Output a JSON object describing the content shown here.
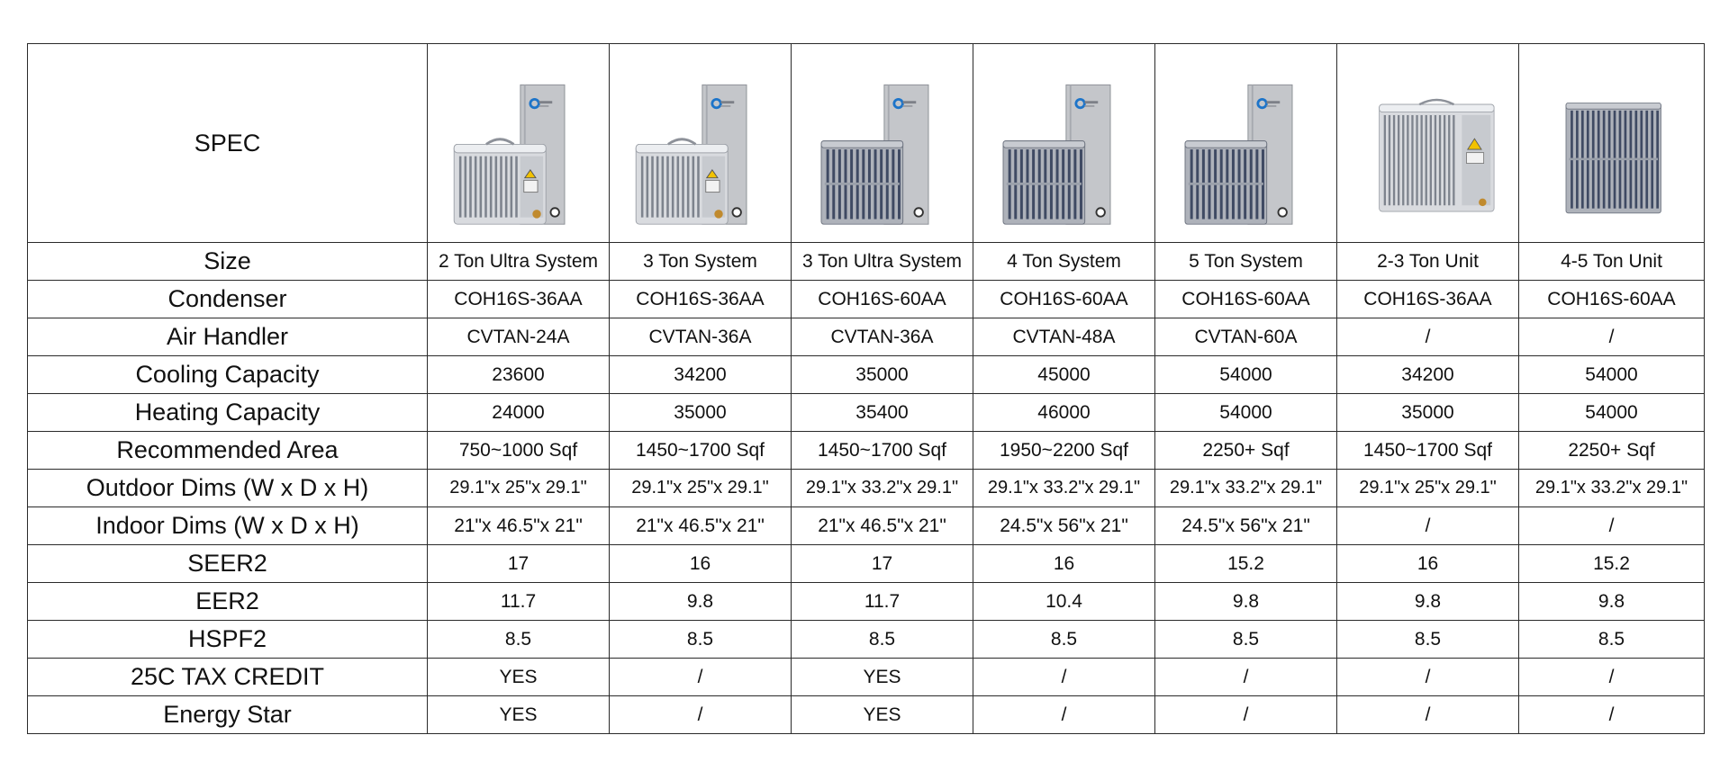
{
  "header": {
    "label": "SPEC",
    "products": [
      {
        "image": "split-system-ultra-icon",
        "kind": "split-ultra"
      },
      {
        "image": "split-system-icon",
        "kind": "split"
      },
      {
        "image": "split-system-ultra-icon",
        "kind": "split-grille"
      },
      {
        "image": "split-system-icon",
        "kind": "split-grille"
      },
      {
        "image": "split-system-icon",
        "kind": "split-grille"
      },
      {
        "image": "condenser-unit-icon",
        "kind": "unit-light"
      },
      {
        "image": "condenser-unit-icon",
        "kind": "unit-grille"
      }
    ]
  },
  "rows": [
    {
      "label": "Size",
      "values": [
        "2 Ton Ultra System",
        "3 Ton System",
        "3 Ton Ultra System",
        "4 Ton System",
        "5 Ton System",
        "2-3 Ton Unit",
        "4-5 Ton Unit"
      ]
    },
    {
      "label": "Condenser",
      "values": [
        "COH16S-36AA",
        "COH16S-36AA",
        "COH16S-60AA",
        "COH16S-60AA",
        "COH16S-60AA",
        "COH16S-36AA",
        "COH16S-60AA"
      ]
    },
    {
      "label": "Air Handler",
      "values": [
        "CVTAN-24A",
        "CVTAN-36A",
        "CVTAN-36A",
        "CVTAN-48A",
        "CVTAN-60A",
        "/",
        "/"
      ]
    },
    {
      "label": "Cooling Capacity",
      "values": [
        "23600",
        "34200",
        "35000",
        "45000",
        "54000",
        "34200",
        "54000"
      ]
    },
    {
      "label": "Heating Capacity",
      "values": [
        "24000",
        "35000",
        "35400",
        "46000",
        "54000",
        "35000",
        "54000"
      ]
    },
    {
      "label": "Recommended Area",
      "values": [
        "750~1000 Sqf",
        "1450~1700 Sqf",
        "1450~1700 Sqf",
        "1950~2200 Sqf",
        "2250+ Sqf",
        "1450~1700 Sqf",
        "2250+ Sqf"
      ]
    },
    {
      "label": "Outdoor Dims (W x D x H)",
      "values": [
        "29.1\"x 25\"x 29.1\"",
        "29.1\"x 25\"x 29.1\"",
        "29.1\"x 33.2\"x 29.1\"",
        "29.1\"x 33.2\"x 29.1\"",
        "29.1\"x 33.2\"x 29.1\"",
        "29.1\"x 25\"x 29.1\"",
        "29.1\"x 33.2\"x 29.1\""
      ]
    },
    {
      "label": "Indoor Dims (W x D x H)",
      "values": [
        "21\"x 46.5\"x 21\"",
        "21\"x 46.5\"x 21\"",
        "21\"x 46.5\"x 21\"",
        "24.5\"x 56\"x 21\"",
        "24.5\"x 56\"x 21\"",
        "/",
        "/"
      ]
    },
    {
      "label": "SEER2",
      "values": [
        "17",
        "16",
        "17",
        "16",
        "15.2",
        "16",
        "15.2"
      ]
    },
    {
      "label": "EER2",
      "values": [
        "11.7",
        "9.8",
        "11.7",
        "10.4",
        "9.8",
        "9.8",
        "9.8"
      ]
    },
    {
      "label": "HSPF2",
      "values": [
        "8.5",
        "8.5",
        "8.5",
        "8.5",
        "8.5",
        "8.5",
        "8.5"
      ]
    },
    {
      "label": "25C TAX CREDIT",
      "values": [
        "YES",
        "/",
        "YES",
        "/",
        "/",
        "/",
        "/"
      ]
    },
    {
      "label": "Energy Star",
      "values": [
        "YES",
        "/",
        "YES",
        "/",
        "/",
        "/",
        "/"
      ]
    }
  ],
  "colors": {
    "border": "#2a2a2a",
    "unit_body": "#b9bcc2",
    "unit_grille": "#3f4a63",
    "handler_body": "#c4c6ca",
    "brand_accent": "#1d74c9"
  }
}
